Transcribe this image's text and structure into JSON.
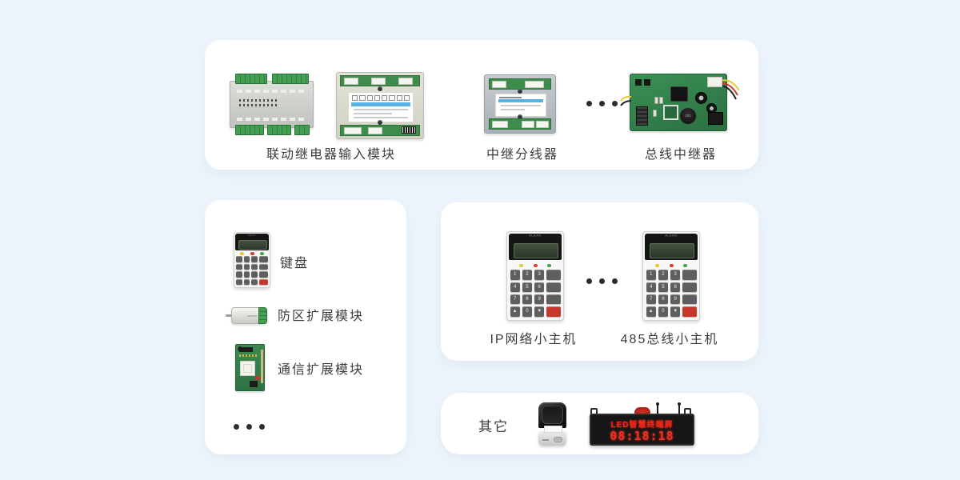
{
  "colors": {
    "background": "#edf4fb",
    "card": "#ffffff",
    "label_text": "#3d3d3d",
    "pcb_green": "#2f7f47",
    "sticker_blue": "#56b3e3",
    "led_red": "#f43022"
  },
  "cards": {
    "modules": {
      "labels": [
        "联动继电器输入模块",
        "中继分线器",
        "总线中继器"
      ]
    },
    "accessories": {
      "labels": [
        "键盘",
        "防区扩展模块",
        "通信扩展模块"
      ]
    },
    "hosts": {
      "labels": [
        "IP网络小主机",
        "485总线小主机"
      ]
    },
    "other": {
      "title": "其它",
      "led_screen": {
        "line1": "LED智慧终端屏",
        "line2": "08:18:18"
      }
    }
  },
  "devices": {
    "keypad_brand": "ALEAN",
    "repeater_inductor": "301",
    "keypad_keys": [
      "1",
      "2",
      "3",
      "",
      "4",
      "5",
      "6",
      "",
      "7",
      "8",
      "9",
      "",
      "▲",
      "0",
      "▼",
      ""
    ]
  }
}
